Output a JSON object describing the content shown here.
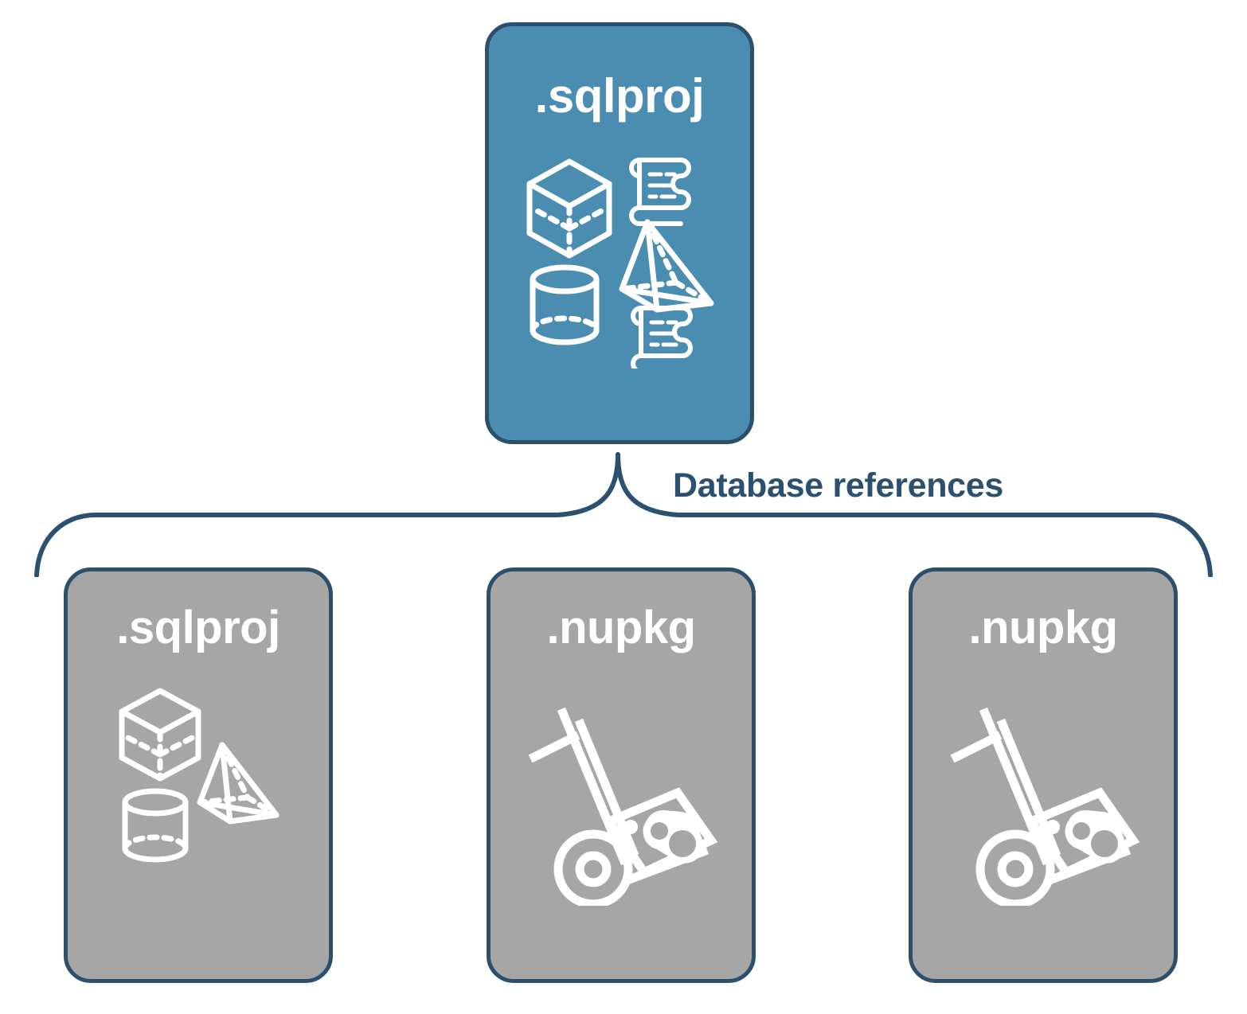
{
  "diagram": {
    "title_top": ".sqlproj",
    "connector_label": "Database references",
    "colors": {
      "primary_blue": "#4a8db1",
      "card_border": "#2c4f6b",
      "grey_card": "#a6a6a6",
      "label_text": "#2c5070",
      "icon_white": "#ffffff",
      "background": "#ffffff"
    }
  },
  "top_node": {
    "label": ".sqlproj",
    "style": "blue",
    "icons": [
      "cube-icon",
      "scroll-icon",
      "pyramid-icon",
      "cylinder-icon",
      "scroll-icon"
    ]
  },
  "reference_nodes": [
    {
      "label": ".sqlproj",
      "style": "grey",
      "icons": [
        "cube-icon",
        "pyramid-icon",
        "cylinder-icon"
      ]
    },
    {
      "label": ".nupkg",
      "style": "grey",
      "icons": [
        "hand-truck-package-icon"
      ]
    },
    {
      "label": ".nupkg",
      "style": "grey",
      "icons": [
        "hand-truck-package-icon"
      ]
    }
  ]
}
